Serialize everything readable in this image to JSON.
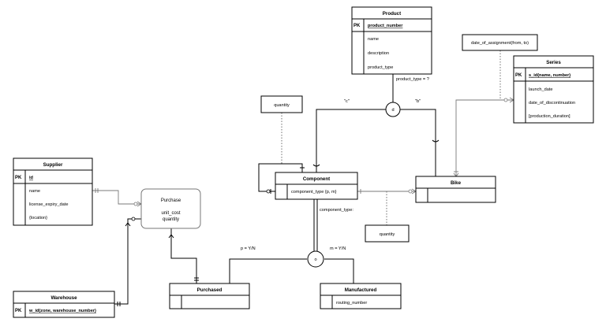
{
  "entities": {
    "product": {
      "title": "Product",
      "pk_label": "PK",
      "key": "product_number",
      "attrs": [
        "name",
        "description",
        "product_type"
      ]
    },
    "series": {
      "title": "Series",
      "pk_label": "PK",
      "key": "s_id(name, number)",
      "attrs": [
        "launch_date",
        "date_of_discontinuation",
        "[production_duration]"
      ]
    },
    "supplier": {
      "title": "Supplier",
      "pk_label": "PK",
      "key": "id",
      "attrs": [
        "name",
        "license_expiry_date",
        "{location}"
      ]
    },
    "warehouse": {
      "title": "Warehouse",
      "pk_label": "PK",
      "key": "w_id(zone, warehouse_number)"
    },
    "component": {
      "title": "Component",
      "attr": "component_type {p, m}"
    },
    "bike": {
      "title": "Bike"
    },
    "purchased": {
      "title": "Purchased"
    },
    "manufactured": {
      "title": "Manufactured",
      "attr": "routing_number"
    }
  },
  "relationship": {
    "title": "Purchase",
    "attr1": "unit_cost",
    "attr2": "quantity"
  },
  "notes": {
    "date_of_assignment": "date_of_assignment(from, to)",
    "quantity_top": "quantity",
    "quantity_bottom": "quantity"
  },
  "labels": {
    "disc_product": "d",
    "disc_component": "o",
    "product_type_eq": "product_type = ?",
    "c_label": "\"c\"",
    "b_label": "\"b\"",
    "component_type_label": "component_type:",
    "p_label": "p = Y/N",
    "m_label": "m = Y/N"
  }
}
